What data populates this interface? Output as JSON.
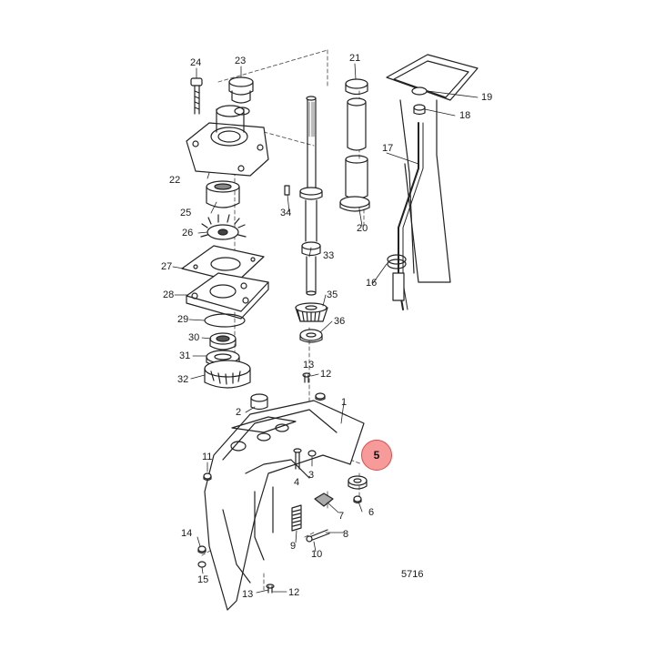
{
  "diagram": {
    "reference_number": "5716",
    "highlight": {
      "label": "5",
      "color": "#f47878"
    },
    "callouts": [
      {
        "label": "24"
      },
      {
        "label": "23"
      },
      {
        "label": "21"
      },
      {
        "label": "19"
      },
      {
        "label": "18"
      },
      {
        "label": "22"
      },
      {
        "label": "17"
      },
      {
        "label": "25"
      },
      {
        "label": "34"
      },
      {
        "label": "20"
      },
      {
        "label": "26"
      },
      {
        "label": "33"
      },
      {
        "label": "27"
      },
      {
        "label": "16"
      },
      {
        "label": "28"
      },
      {
        "label": "35"
      },
      {
        "label": "29"
      },
      {
        "label": "36"
      },
      {
        "label": "30"
      },
      {
        "label": "31"
      },
      {
        "label": "32"
      },
      {
        "label": "13"
      },
      {
        "label": "12"
      },
      {
        "label": "1"
      },
      {
        "label": "2"
      },
      {
        "label": "11"
      },
      {
        "label": "4"
      },
      {
        "label": "3"
      },
      {
        "label": "6"
      },
      {
        "label": "7"
      },
      {
        "label": "8"
      },
      {
        "label": "14"
      },
      {
        "label": "9"
      },
      {
        "label": "10"
      },
      {
        "label": "15"
      },
      {
        "label": "13"
      },
      {
        "label": "12"
      }
    ]
  }
}
